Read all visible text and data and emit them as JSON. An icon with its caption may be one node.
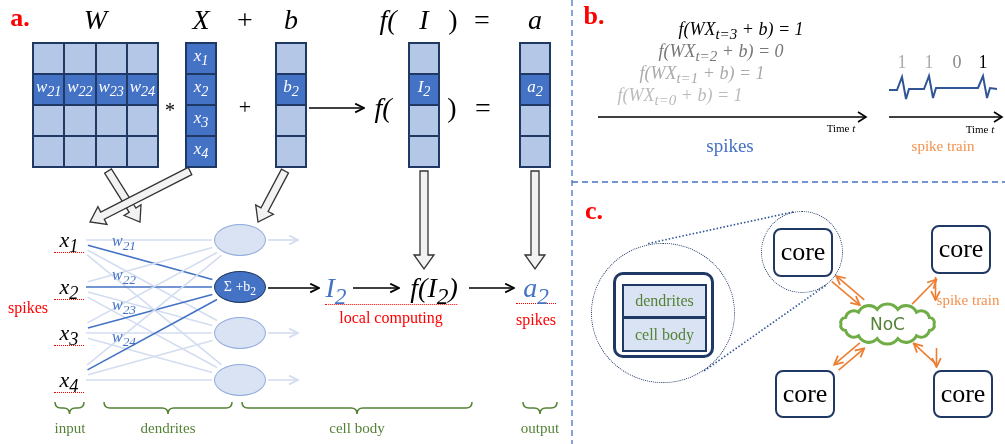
{
  "diagram": {
    "nodes": [
      {
        "text": [
          "W",
          "w$_{21}$",
          "w$_{22}$",
          "w$_{23}$",
          "w$_{24}$"
        ]
      },
      {
        "text": [
          "X",
          "x$_{1}$",
          "x$_{2}$",
          "x$_{3}$",
          "x$_{4}$"
        ]
      },
      {
        "text": [
          "b",
          "b$_{2}$"
        ]
      },
      {
        "text": [
          "I",
          "I$_{2}$"
        ]
      },
      {
        "text": [
          "a",
          "a$_{2}$"
        ]
      },
      {
        "text": [
          "x$_{1}$"
        ]
      },
      {
        "text": [
          "x$_{2}$"
        ]
      },
      {
        "text": [
          "x$_{3}$"
        ]
      },
      {
        "text": [
          "x$_{4}$"
        ]
      },
      {
        "text": [],
        "shape": "ellipse"
      },
      {
        "text": [
          "Σ +b$_{2}$"
        ]
      },
      {
        "text": [],
        "shape": "ellipse"
      },
      {
        "text": [],
        "shape": "ellipse"
      },
      {
        "text": [
          "I$_{2}$"
        ]
      },
      {
        "text": [
          "f(I$_{2}$)"
        ]
      },
      {
        "text": [
          "a$_{2}$"
        ]
      },
      {
        "text": [],
        "shape": "circle"
      },
      {
        "text": [],
        "shape": "box",
        "in": 16
      },
      {
        "text": [
          "dendrites"
        ],
        "in": 17
      },
      {
        "text": [
          "cell body"
        ],
        "in": 17
      },
      {
        "text": [],
        "shape": "circle"
      },
      {
        "text": [
          "core"
        ],
        "in": 20
      },
      {
        "text": [
          "core"
        ]
      },
      {
        "text": [
          "NoC"
        ]
      },
      {
        "text": [
          "core"
        ]
      },
      {
        "text": [
          "core"
        ]
      },
      {
        "text": [
          "f("
        ]
      }
    ],
    "edges": [
      {
        "from": 2,
        "to": 26,
        "arrow": "to",
        "color": "#000000"
      },
      {
        "from": 0,
        "to": null,
        "arrow": "to",
        "style": "thick"
      },
      {
        "from": 1,
        "to": null,
        "arrow": "to",
        "style": "thick"
      },
      {
        "from": 2,
        "to": null,
        "arrow": "to",
        "style": "thick"
      },
      {
        "from": 3,
        "to": 14,
        "arrow": "to",
        "style": "thick"
      },
      {
        "from": 4,
        "to": 15,
        "arrow": "to",
        "style": "thick"
      },
      {
        "from": 5,
        "to": 9,
        "arrow": "none",
        "color": "#d3ddf0"
      },
      {
        "from": 5,
        "to": 10,
        "arrow": "none",
        "color": "#4472c4",
        "label": "w$_{21}$"
      },
      {
        "from": 5,
        "to": 11,
        "arrow": "none",
        "color": "#d3ddf0"
      },
      {
        "from": 5,
        "to": 12,
        "arrow": "none",
        "color": "#d3ddf0"
      },
      {
        "from": 6,
        "to": 9,
        "arrow": "none",
        "color": "#d3ddf0"
      },
      {
        "from": 6,
        "to": 10,
        "arrow": "none",
        "color": "#4472c4",
        "label": "w$_{22}$"
      },
      {
        "from": 6,
        "to": 11,
        "arrow": "none",
        "color": "#d3ddf0"
      },
      {
        "from": 6,
        "to": 12,
        "arrow": "none",
        "color": "#d3ddf0"
      },
      {
        "from": 7,
        "to": 9,
        "arrow": "none",
        "color": "#d3ddf0"
      },
      {
        "from": 7,
        "to": 10,
        "arrow": "none",
        "color": "#4472c4",
        "label": "w$_{23}$"
      },
      {
        "from": 7,
        "to": 11,
        "arrow": "none",
        "color": "#d3ddf0"
      },
      {
        "from": 7,
        "to": 12,
        "arrow": "none",
        "color": "#d3ddf0"
      },
      {
        "from": 8,
        "to": 9,
        "arrow": "none",
        "color": "#d3ddf0"
      },
      {
        "from": 8,
        "to": 10,
        "arrow": "none",
        "color": "#4472c4",
        "label": "w$_{24}$"
      },
      {
        "from": 8,
        "to": 11,
        "arrow": "none",
        "color": "#d3ddf0"
      },
      {
        "from": 8,
        "to": 12,
        "arrow": "none",
        "color": "#d3ddf0"
      },
      {
        "from": 9,
        "to": null,
        "arrow": "to",
        "color": "#d3ddf0"
      },
      {
        "from": 11,
        "to": null,
        "arrow": "to",
        "color": "#d3ddf0"
      },
      {
        "from": 12,
        "to": null,
        "arrow": "to",
        "color": "#d3ddf0"
      },
      {
        "from": 10,
        "to": 13,
        "arrow": "to",
        "color": "#000000"
      },
      {
        "from": 13,
        "to": 14,
        "arrow": "to",
        "color": "#000000"
      },
      {
        "from": 14,
        "to": 15,
        "arrow": "to",
        "color": "#000000"
      },
      {
        "from": 20,
        "to": 16,
        "arrow": "none",
        "style": "dashed",
        "color": "#2f5597"
      },
      {
        "from": 20,
        "to": 16,
        "arrow": "none",
        "style": "dashed",
        "color": "#2f5597"
      },
      {
        "from": 21,
        "to": 23,
        "arrow": "to",
        "color": "#ed7d31"
      },
      {
        "from": 23,
        "to": 21,
        "arrow": "to",
        "color": "#ed7d31"
      },
      {
        "from": 22,
        "to": 23,
        "arrow": "to",
        "color": "#ed7d31"
      },
      {
        "from": 23,
        "to": 22,
        "arrow": "to",
        "color": "#ed7d31"
      },
      {
        "from": 24,
        "to": 23,
        "arrow": "to",
        "color": "#ed7d31"
      },
      {
        "from": 23,
        "to": 24,
        "arrow": "to",
        "color": "#ed7d31"
      },
      {
        "from": 25,
        "to": 23,
        "arrow": "to",
        "color": "#ed7d31"
      },
      {
        "from": 23,
        "to": 25,
        "arrow": "to",
        "color": "#ed7d31"
      }
    ],
    "labels": [
      "a.",
      "+",
      "f(",
      ")",
      "=",
      "*",
      "+",
      ")",
      "=",
      "spikes",
      "local computing",
      "spikes",
      "input",
      "dendrites",
      "cell body",
      "output",
      "b.",
      "f(WX$_{t=3}$ + b) = 1",
      "f(WX$_{t=2}$ + b) = 0",
      "f(WX$_{t=1}$ + b) = 1",
      "f(WX$_{t=0}$ + b) = 1",
      "1",
      "1",
      "0",
      "1",
      "Time *t*",
      "Time *t*",
      "spikes",
      "spike train",
      "c.",
      "spike train"
    ]
  }
}
